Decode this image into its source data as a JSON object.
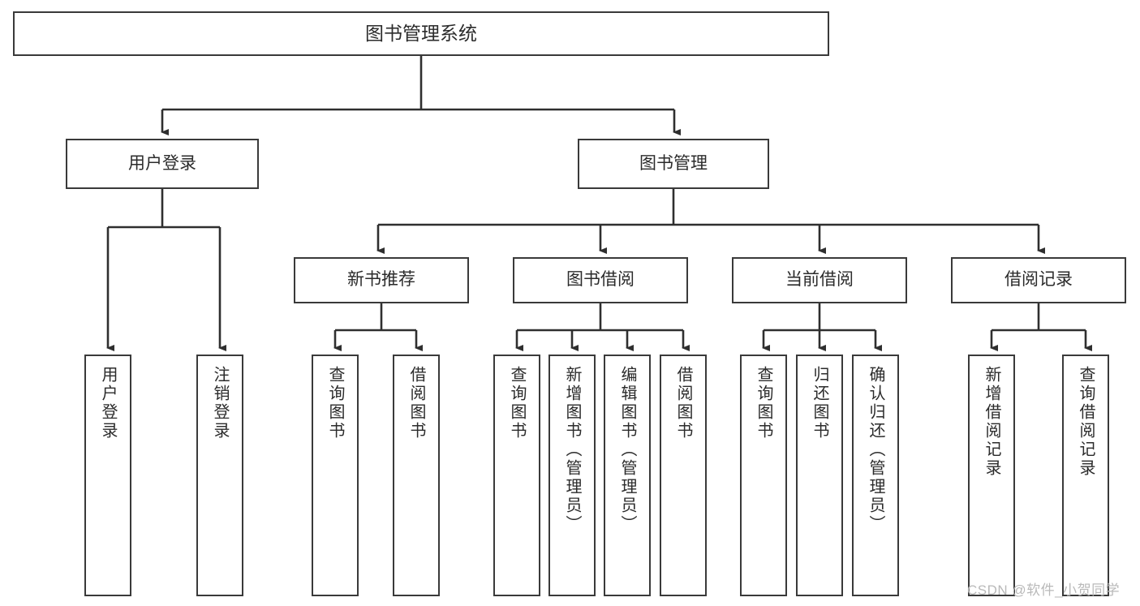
{
  "diagram": {
    "type": "tree-hierarchy",
    "title": "图书管理系统",
    "root": {
      "id": "root",
      "label": "图书管理系统"
    },
    "level1": [
      {
        "id": "login",
        "label": "用户登录"
      },
      {
        "id": "book",
        "label": "图书管理"
      }
    ],
    "level2": [
      {
        "id": "new",
        "label": "新书推荐",
        "parent": "book"
      },
      {
        "id": "borrow",
        "label": "图书借阅",
        "parent": "book"
      },
      {
        "id": "current",
        "label": "当前借阅",
        "parent": "book"
      },
      {
        "id": "record",
        "label": "借阅记录",
        "parent": "book"
      }
    ],
    "leaves": [
      {
        "id": "l1",
        "label": "用户登录",
        "parent": "login"
      },
      {
        "id": "l2",
        "label": "注销登录",
        "parent": "login"
      },
      {
        "id": "l3",
        "label": "查询图书",
        "parent": "new"
      },
      {
        "id": "l4",
        "label": "借阅图书",
        "parent": "new"
      },
      {
        "id": "l5",
        "label": "查询图书",
        "parent": "borrow"
      },
      {
        "id": "l6",
        "label": "新增图书（管理员）",
        "parent": "borrow"
      },
      {
        "id": "l7",
        "label": "编辑图书（管理员）",
        "parent": "borrow"
      },
      {
        "id": "l8",
        "label": "借阅图书",
        "parent": "borrow"
      },
      {
        "id": "l9",
        "label": "查询图书",
        "parent": "current"
      },
      {
        "id": "l10",
        "label": "归还图书",
        "parent": "current"
      },
      {
        "id": "l11",
        "label": "确认归还（管理员）",
        "parent": "current"
      },
      {
        "id": "l12",
        "label": "新增借阅记录",
        "parent": "record"
      },
      {
        "id": "l13",
        "label": "查询借阅记录",
        "parent": "record"
      }
    ]
  },
  "watermark": {
    "text": "CSDN @软件_小贺同学"
  },
  "colors": {
    "box_border": "#3a3a3a",
    "box_fill": "#ffffff",
    "text": "#2b2b2b",
    "connector": "#2f2f2f",
    "watermark": "#b9b9b9",
    "background": "#ffffff"
  }
}
